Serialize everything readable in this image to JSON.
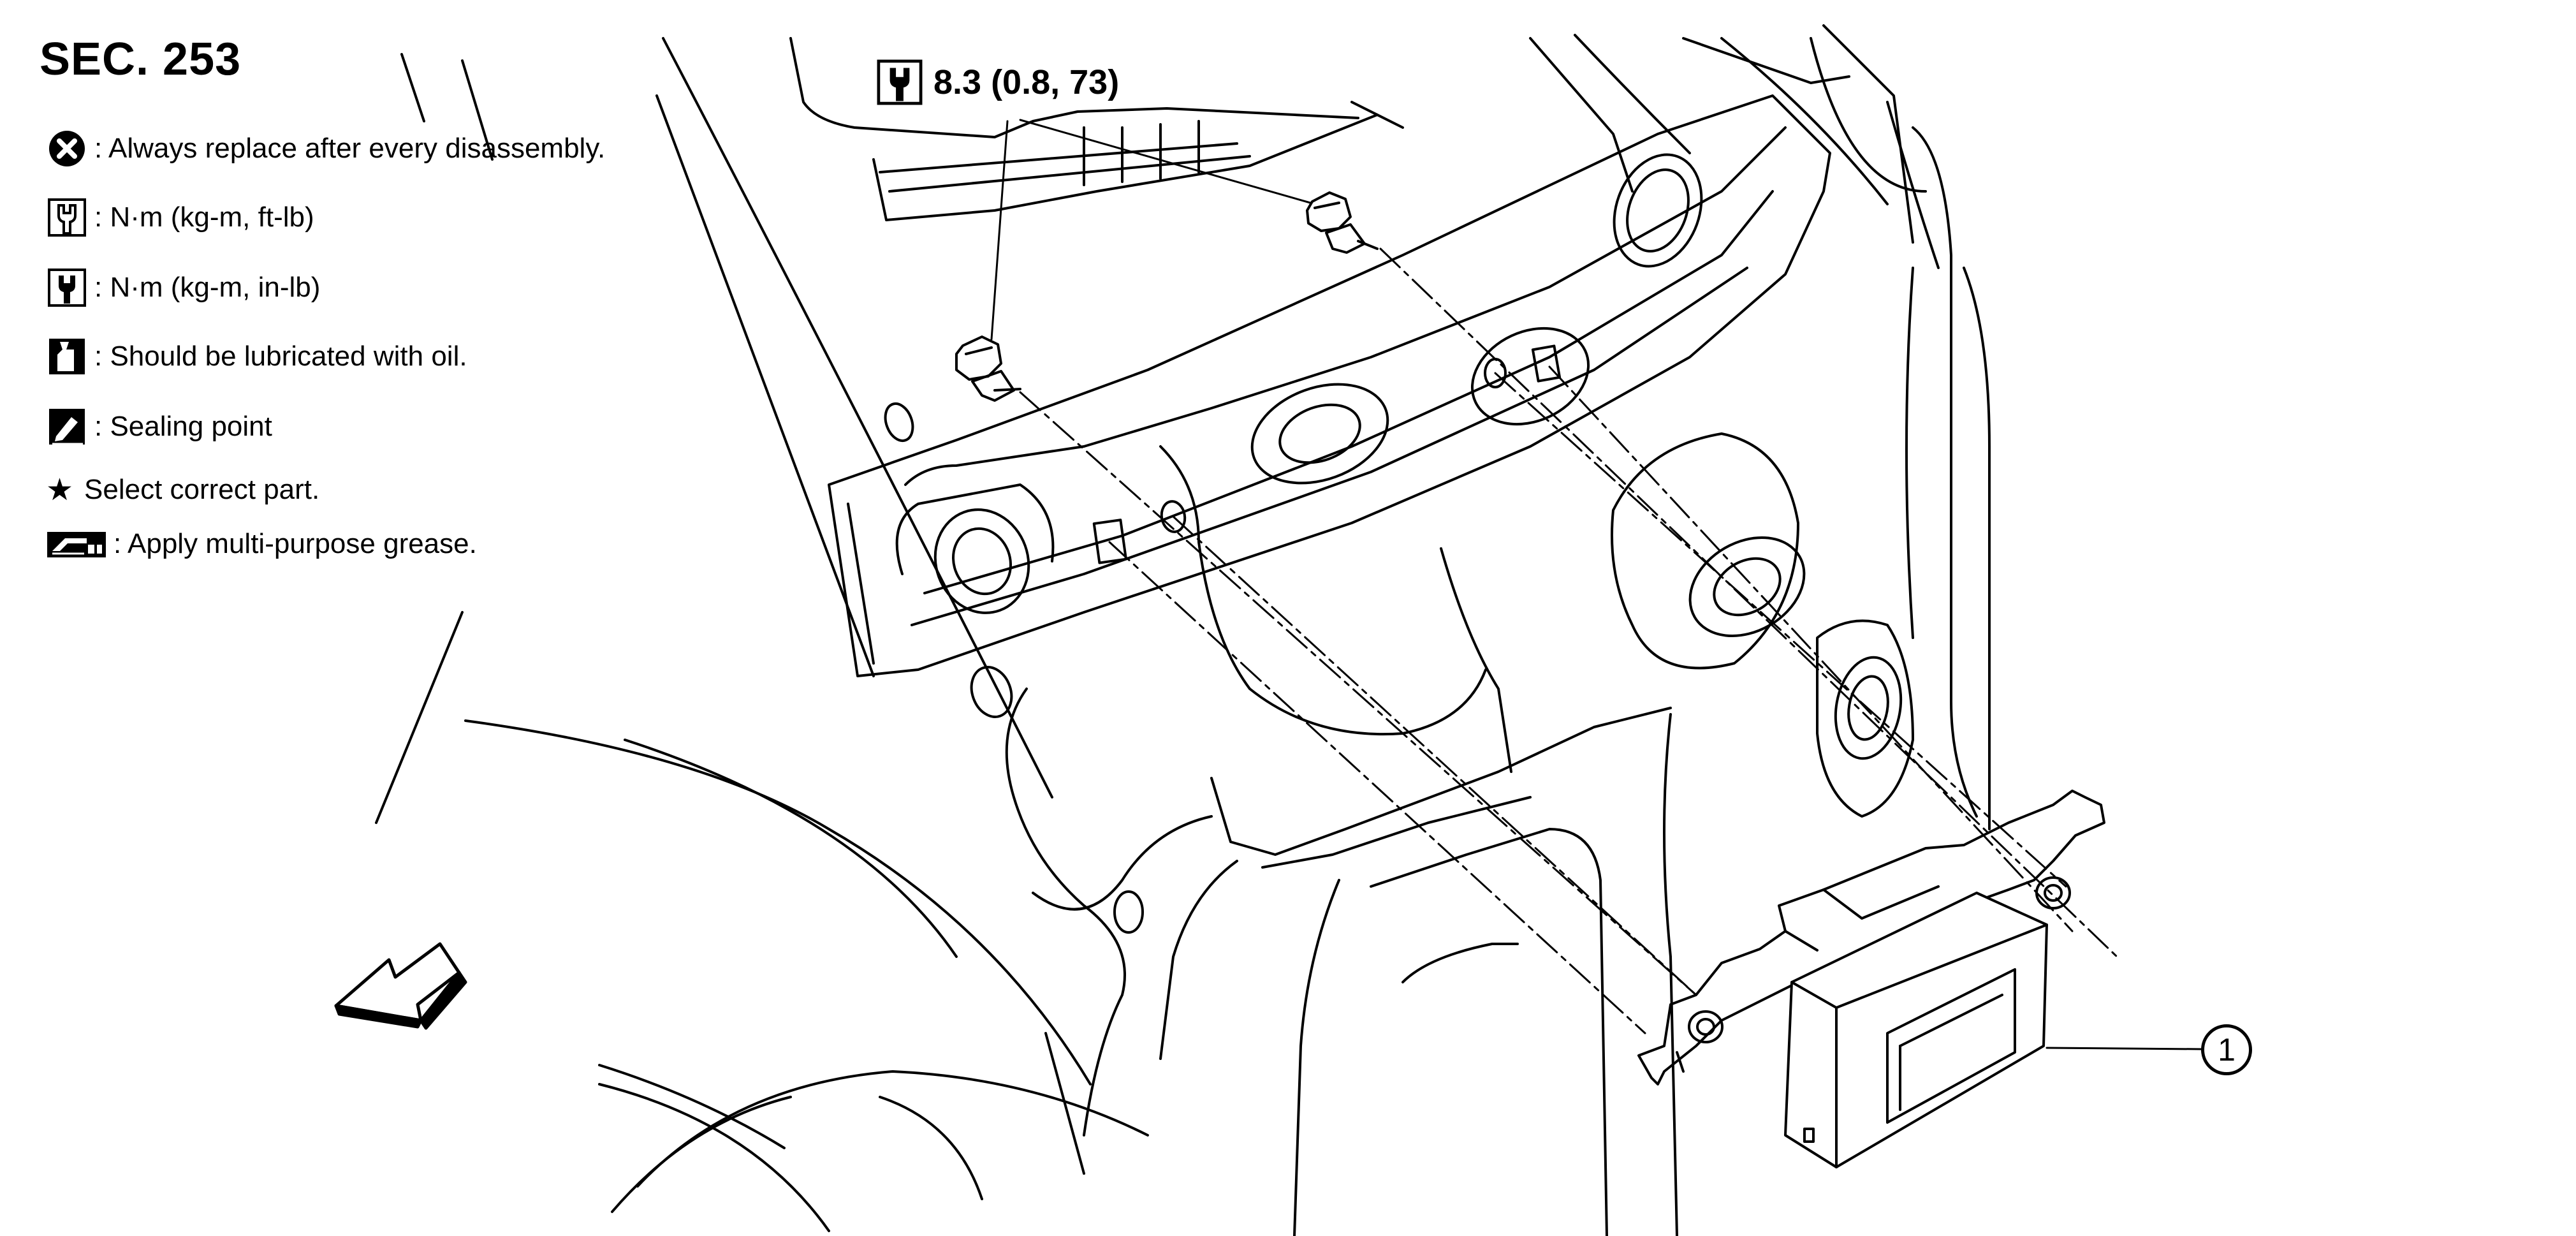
{
  "section_title": "SEC. 253",
  "legend": [
    {
      "icon": "cross-circle-icon",
      "text": ": Always replace after every disassembly."
    },
    {
      "icon": "torque-wrench-outline-icon",
      "text": ": N·m (kg-m, ft-lb)"
    },
    {
      "icon": "torque-wrench-filled-icon",
      "text": ": N·m (kg-m, in-lb)"
    },
    {
      "icon": "oil-can-icon",
      "text": ": Should be lubricated with oil."
    },
    {
      "icon": "sealing-point-icon",
      "text": ": Sealing point"
    },
    {
      "icon": "star-icon",
      "symbol": "★",
      "text": "Select correct part."
    },
    {
      "icon": "grease-icon",
      "text": ": Apply multi-purpose grease."
    }
  ],
  "torque_callout": {
    "icon": "torque-wrench-filled-icon",
    "text": "8.3 (0.8, 73)"
  },
  "part_callout": {
    "number": "1"
  },
  "colors": {
    "line": "#000000",
    "background": "#ffffff"
  }
}
